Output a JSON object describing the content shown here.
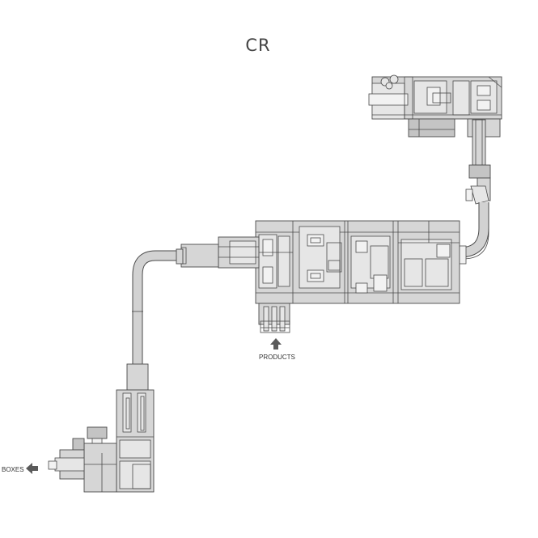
{
  "title": "CR",
  "labels": {
    "products": "PRODUCTS",
    "boxes": "BOXES"
  },
  "icons": {
    "products_arrow": "arrow-up-icon",
    "boxes_arrow": "arrow-left-icon"
  },
  "colors": {
    "machine_fill": "#d6d6d6",
    "outline": "#4a4a4a",
    "arrow": "#5a5a5a"
  }
}
